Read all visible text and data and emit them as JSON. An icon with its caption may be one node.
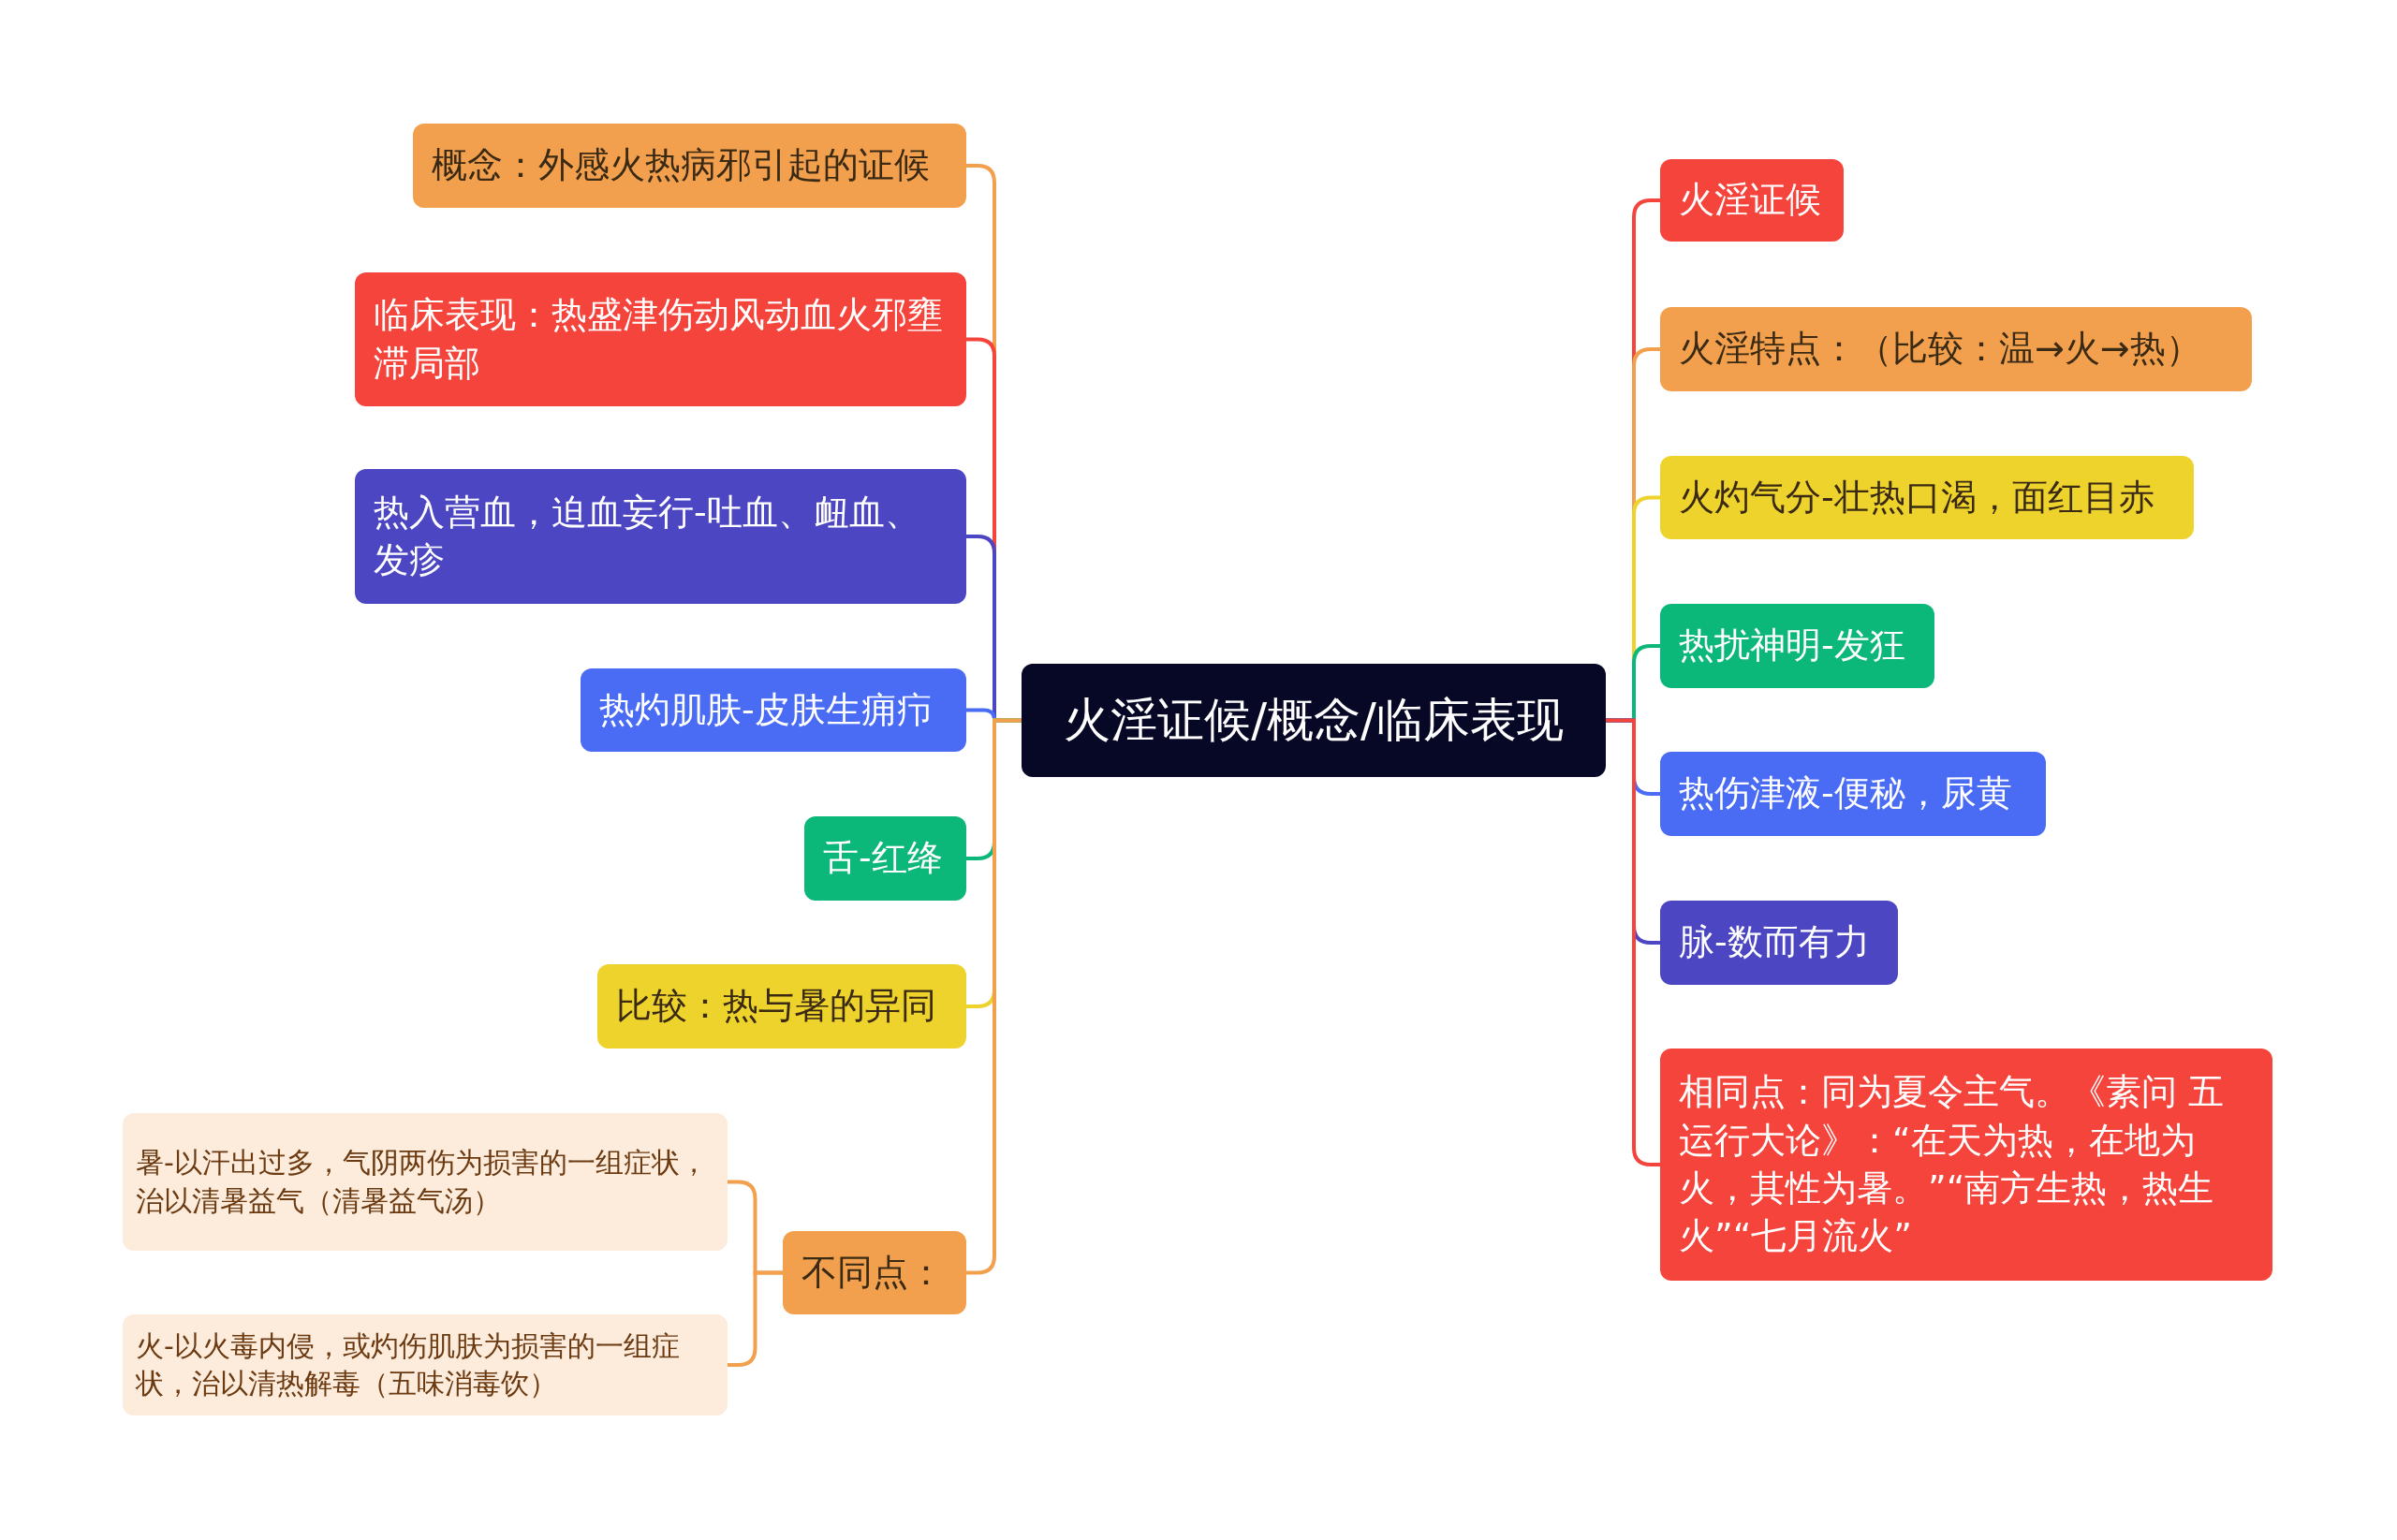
{
  "diagram": {
    "nodes": [
      {
        "text": [
          "火淫证候/概念/临床表现"
        ]
      },
      {
        "text": [
          "概念：外感火热病邪引起的证候"
        ]
      },
      {
        "text": [
          "临床表现：热盛津伤动风动血火邪壅滞局部"
        ]
      },
      {
        "text": [
          "热入营血，迫血妄行-吐血、衄血、发疹"
        ]
      },
      {
        "text": [
          "热灼肌肤-皮肤生痈疖"
        ]
      },
      {
        "text": [
          "舌-红绛"
        ]
      },
      {
        "text": [
          "比较：热与暑的异同"
        ]
      },
      {
        "text": [
          "不同点："
        ]
      },
      {
        "text": [
          "暑-以汗出过多，气阴两伤为损害的一组症状，治以清暑益气（清暑益气汤）"
        ]
      },
      {
        "text": [
          "火-以火毒内侵，或灼伤肌肤为损害的一组症状，治以清热解毒（五味消毒饮）"
        ]
      },
      {
        "text": [
          "火淫证候"
        ]
      },
      {
        "text": [
          "火淫特点：（比较：温→火→热）"
        ]
      },
      {
        "text": [
          "火灼气分-壮热口渴，面红目赤"
        ]
      },
      {
        "text": [
          "热扰神明-发狂"
        ]
      },
      {
        "text": [
          "热伤津液-便秘，尿黄"
        ]
      },
      {
        "text": [
          "脉-数而有力"
        ]
      },
      {
        "text": [
          "相同点：同为夏令主气。《素问 五运行大论》：“在天为热，在地为火，其性为暑。”“南方生热，热生火”“七月流火”"
        ]
      }
    ],
    "edges": [
      {
        "from": 0,
        "to": 1,
        "arrow": "none",
        "color": "#f2a04e"
      },
      {
        "from": 0,
        "to": 2,
        "arrow": "none",
        "color": "#f5443c"
      },
      {
        "from": 0,
        "to": 3,
        "arrow": "none",
        "color": "#4c46c2"
      },
      {
        "from": 0,
        "to": 4,
        "arrow": "none",
        "color": "#4a6cf5"
      },
      {
        "from": 0,
        "to": 5,
        "arrow": "none",
        "color": "#0cb77a"
      },
      {
        "from": 0,
        "to": 6,
        "arrow": "none",
        "color": "#eed32c"
      },
      {
        "from": 0,
        "to": 7,
        "arrow": "none",
        "color": "#f2a04e"
      },
      {
        "from": 7,
        "to": 8,
        "arrow": "none",
        "color": "#f2a04e"
      },
      {
        "from": 7,
        "to": 9,
        "arrow": "none",
        "color": "#f2a04e"
      },
      {
        "from": 0,
        "to": 10,
        "arrow": "none",
        "color": "#f5443c"
      },
      {
        "from": 0,
        "to": 11,
        "arrow": "none",
        "color": "#f2a04e"
      },
      {
        "from": 0,
        "to": 12,
        "arrow": "none",
        "color": "#eed32c"
      },
      {
        "from": 0,
        "to": 13,
        "arrow": "none",
        "color": "#0cb77a"
      },
      {
        "from": 0,
        "to": 14,
        "arrow": "none",
        "color": "#4a6cf5"
      },
      {
        "from": 0,
        "to": 15,
        "arrow": "none",
        "color": "#4c46c2"
      },
      {
        "from": 0,
        "to": 16,
        "arrow": "none",
        "color": "#f5443c"
      }
    ]
  }
}
